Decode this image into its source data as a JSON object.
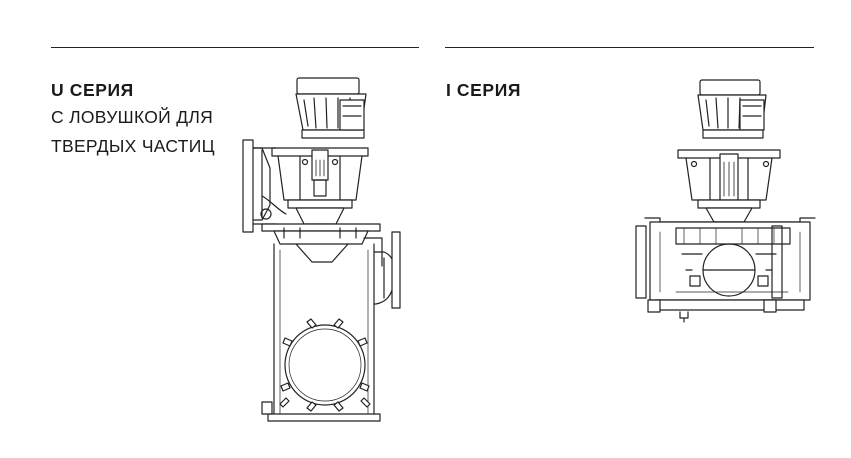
{
  "panels": {
    "u_series": {
      "title": "U СЕРИЯ",
      "subtitle_line1": "С ЛОВУШКОЙ ДЛЯ",
      "subtitle_line2": "ТВЕРДЫХ ЧАСТИЦ"
    },
    "i_series": {
      "title": "I СЕРИЯ"
    }
  },
  "colors": {
    "line": "#222222",
    "background": "#ffffff"
  }
}
